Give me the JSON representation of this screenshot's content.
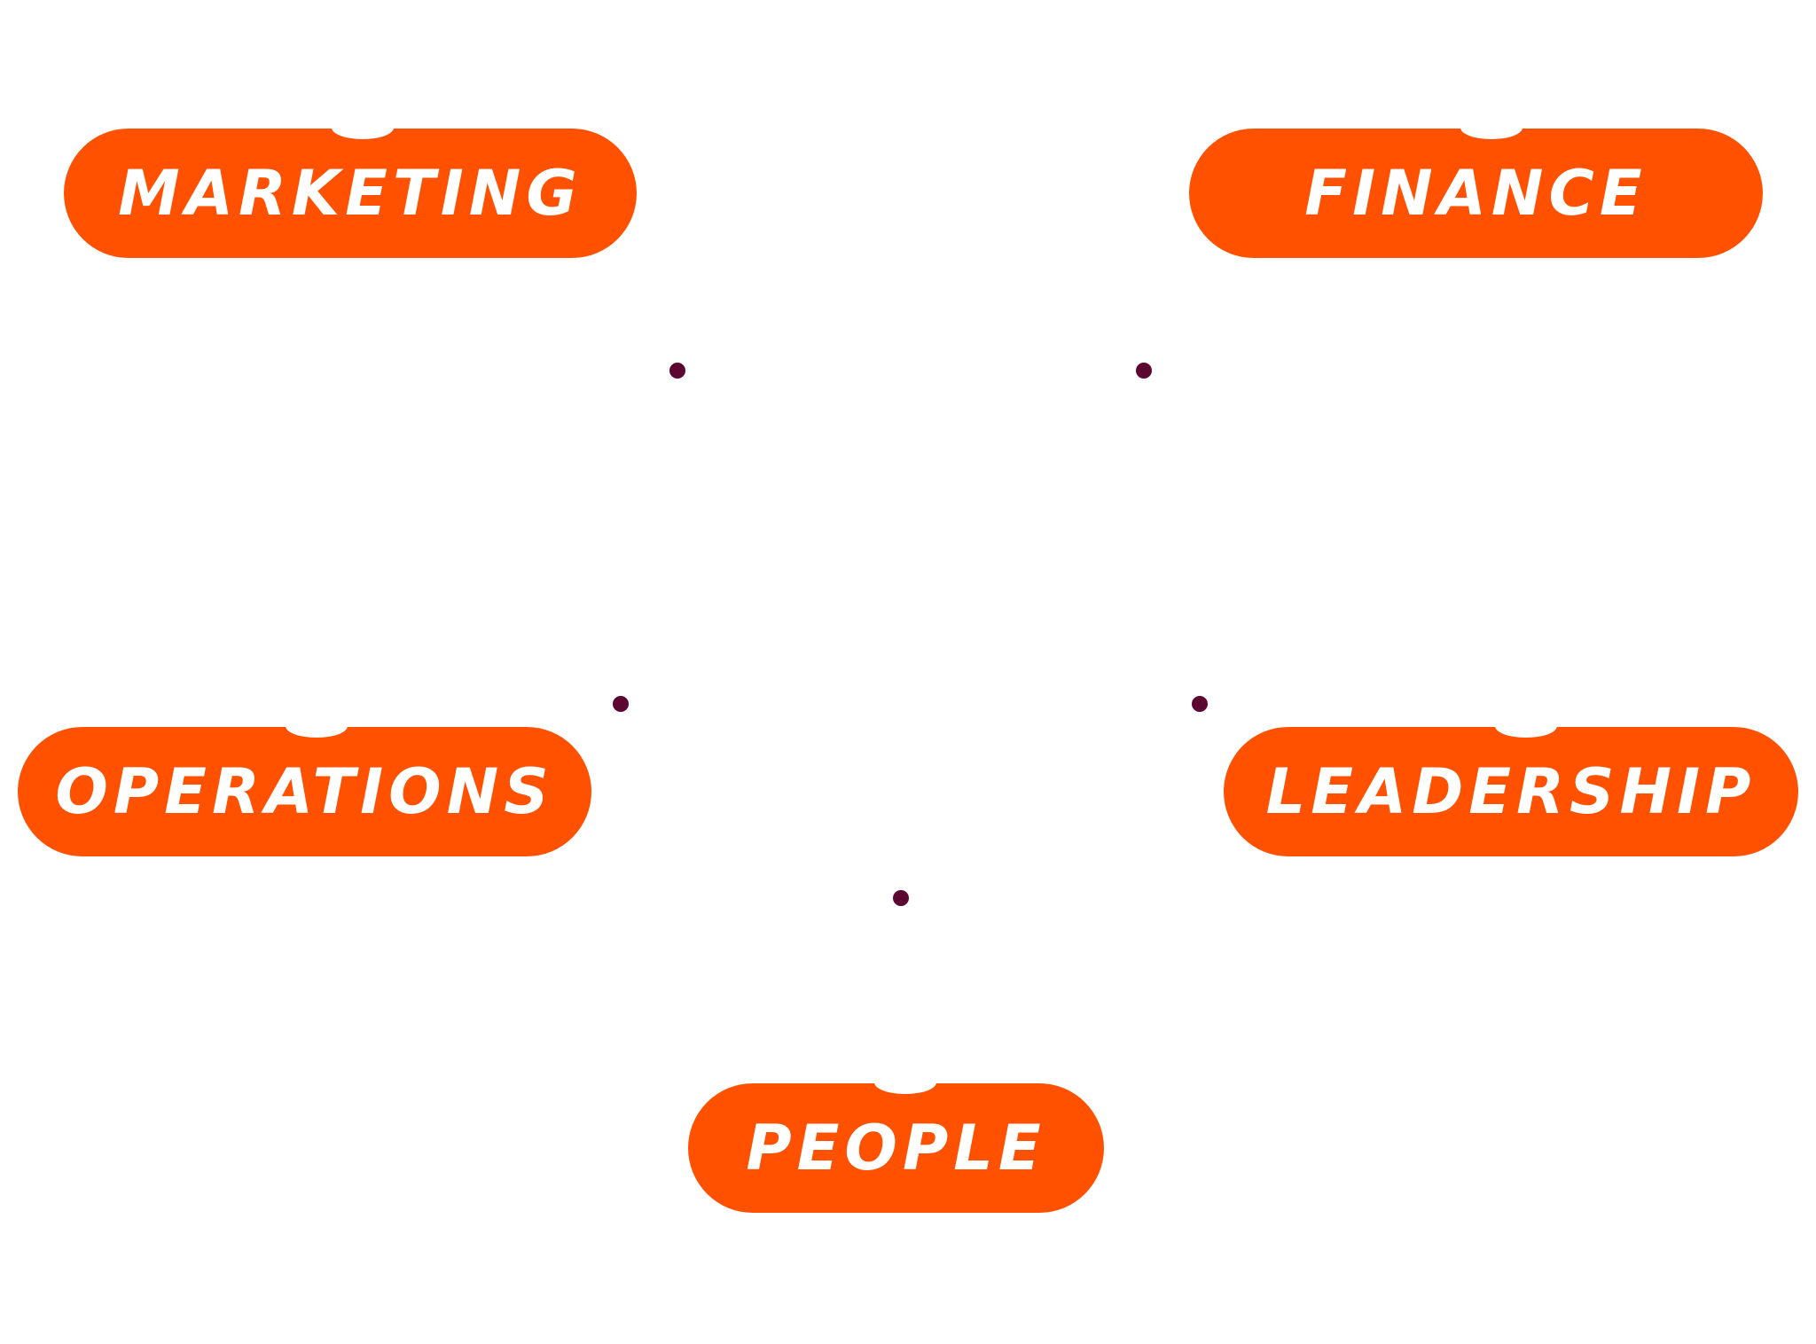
{
  "colors": {
    "pill": "#FF5100",
    "dot": "#5C0632",
    "text": "#FFFFFF"
  },
  "nodes": [
    {
      "label": "MARKETING"
    },
    {
      "label": "FINANCE"
    },
    {
      "label": "OPERATIONS"
    },
    {
      "label": "LEADERSHIP"
    },
    {
      "label": "PEOPLE"
    }
  ]
}
